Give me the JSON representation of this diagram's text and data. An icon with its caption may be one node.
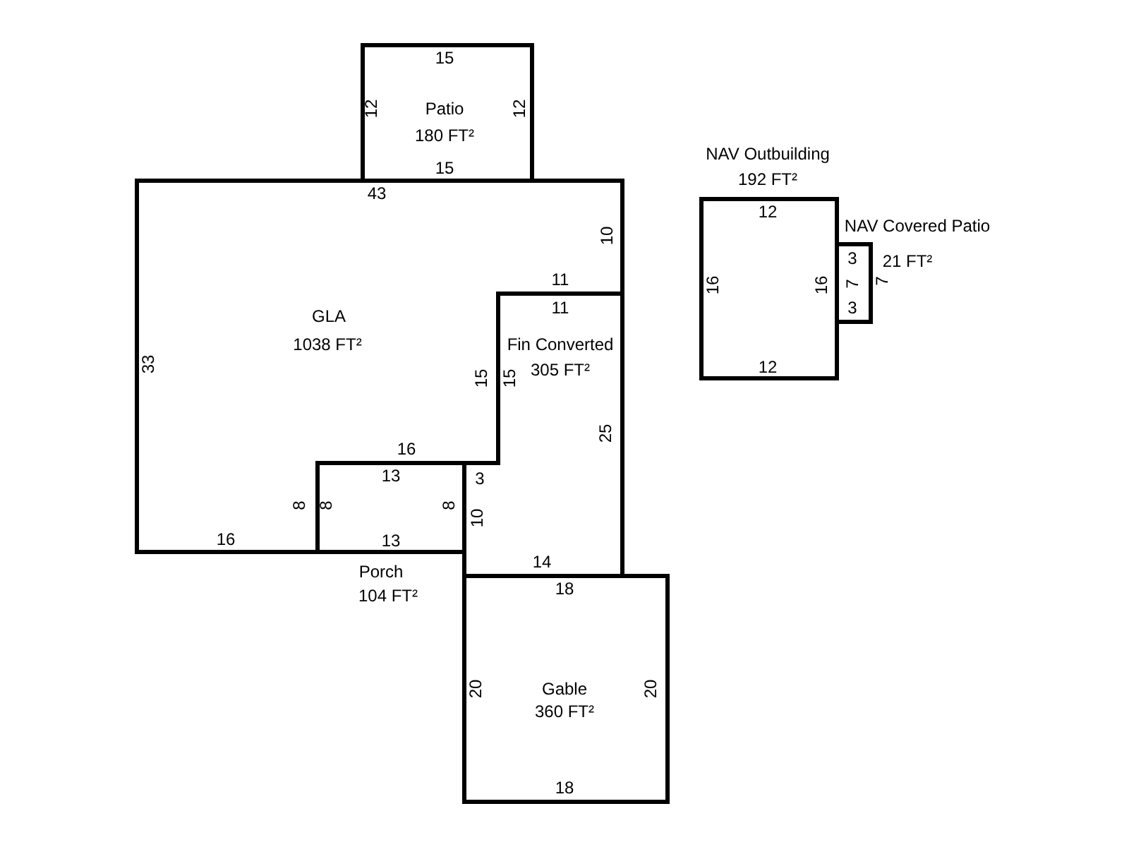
{
  "diagram": {
    "nodes": [
      {
        "text": [
          "Patio",
          "180 FT²"
        ]
      },
      {
        "text": [
          "GLA",
          "1038 FT²"
        ]
      },
      {
        "text": [
          "Fin Converted",
          "305 FT²"
        ]
      },
      {
        "text": [
          "Porch",
          "104 FT²"
        ]
      },
      {
        "text": [
          "Gable",
          "360 FT²"
        ]
      },
      {
        "text": [
          "NAV Outbuilding",
          "192 FT²"
        ]
      },
      {
        "text": [
          "NAV Covered Patio",
          "21 FT²"
        ]
      }
    ],
    "labels": [
      "15",
      "12",
      "12",
      "15",
      "43",
      "10",
      "11",
      "11",
      "33",
      "15",
      "15",
      "25",
      "16",
      "13",
      "3",
      "8",
      "8",
      "8",
      "10",
      "16",
      "13",
      "14",
      "18",
      "20",
      "20",
      "18",
      "12",
      "16",
      "16",
      "12",
      "3",
      "7",
      "3",
      "7"
    ]
  }
}
